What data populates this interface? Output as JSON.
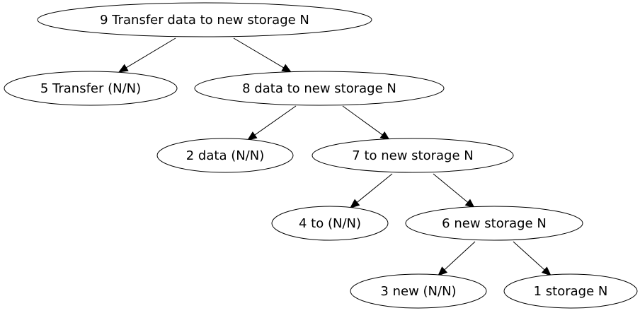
{
  "nodes": [
    {
      "id": "n9",
      "label": "9 Transfer data to new storage N"
    },
    {
      "id": "n5",
      "label": "5 Transfer (N/N)"
    },
    {
      "id": "n8",
      "label": "8 data to new storage N"
    },
    {
      "id": "n2",
      "label": "2 data (N/N)"
    },
    {
      "id": "n7",
      "label": "7 to new storage N"
    },
    {
      "id": "n4",
      "label": "4 to (N/N)"
    },
    {
      "id": "n6",
      "label": "6 new storage N"
    },
    {
      "id": "n3",
      "label": "3 new (N/N)"
    },
    {
      "id": "n1",
      "label": "1 storage N"
    }
  ],
  "edges": [
    {
      "from": "n9",
      "to": "n5"
    },
    {
      "from": "n9",
      "to": "n8"
    },
    {
      "from": "n8",
      "to": "n2"
    },
    {
      "from": "n8",
      "to": "n7"
    },
    {
      "from": "n7",
      "to": "n4"
    },
    {
      "from": "n7",
      "to": "n6"
    },
    {
      "from": "n6",
      "to": "n3"
    },
    {
      "from": "n6",
      "to": "n1"
    }
  ]
}
